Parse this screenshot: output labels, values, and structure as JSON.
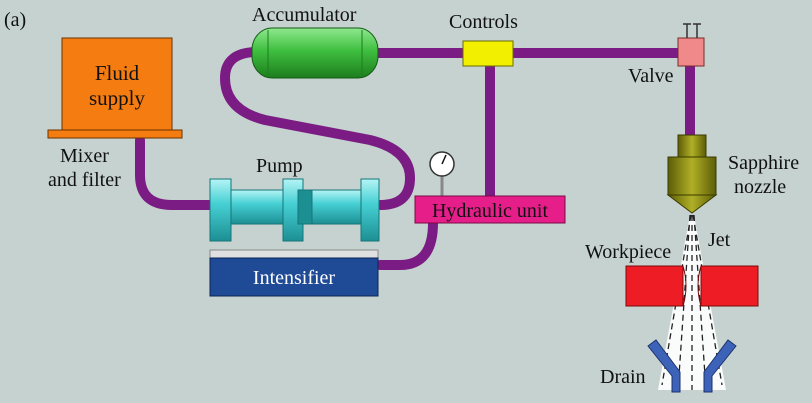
{
  "panel_label": "(a)",
  "labels": {
    "accumulator": "Accumulator",
    "controls": "Controls",
    "valve": "Valve",
    "fluid_supply_line1": "Fluid",
    "fluid_supply_line2": "supply",
    "mixer_line1": "Mixer",
    "mixer_line2": "and filter",
    "pump": "Pump",
    "hydraulic_unit": "Hydraulic unit",
    "intensifier": "Intensifier",
    "sapphire_line1": "Sapphire",
    "sapphire_line2": "nozzle",
    "workpiece": "Workpiece",
    "jet": "Jet",
    "drain": "Drain"
  },
  "colors": {
    "background": "#c6d2cf",
    "pipe": "#7a1c83",
    "fluid_supply": "#f57c10",
    "accumulator": "#3fbf3f",
    "controls": "#f2f000",
    "valve": "#f08a8a",
    "pump": "#46d0d4",
    "hydraulic_unit": "#e61e8a",
    "intensifier": "#1e4a96",
    "nozzle": "#8a8a12",
    "workpiece": "#ee1c24",
    "drain": "#3d63b8"
  }
}
